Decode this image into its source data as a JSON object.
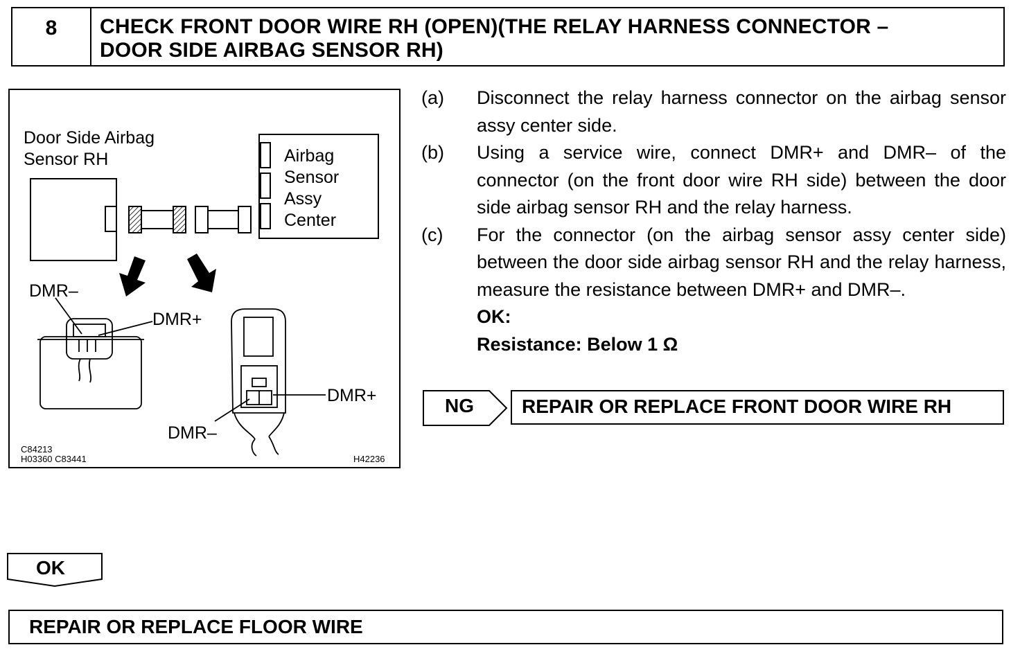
{
  "header": {
    "step_number": "8",
    "title_line1": "CHECK FRONT DOOR WIRE RH (OPEN)(THE RELAY HARNESS CONNECTOR –",
    "title_line2": "DOOR SIDE AIRBAG SENSOR RH)"
  },
  "figure": {
    "sensor_label": "Door Side Airbag\nSensor RH",
    "center_label": "Airbag\nSensor\nAssy\nCenter",
    "dmr_minus_left": "DMR–",
    "dmr_plus_left": "DMR+",
    "dmr_plus_right": "DMR+",
    "dmr_minus_right": "DMR–",
    "codes_left": "C84213\nH03360   C83441",
    "code_right": "H42236"
  },
  "steps": [
    {
      "label": "(a)",
      "text": "Disconnect the relay harness connector on the airbag sensor assy center side."
    },
    {
      "label": "(b)",
      "text": "Using a service wire, connect DMR+ and DMR– of the connector (on the front door wire RH side) between the door side airbag sensor RH and the relay harness."
    },
    {
      "label": "(c)",
      "text": "For the connector (on the airbag sensor assy center side) between the door side airbag sensor RH and the relay harness, measure the resistance between DMR+ and DMR–."
    }
  ],
  "ok_label": "OK:",
  "ok_spec": "Resistance: Below 1 Ω",
  "ng": {
    "tag": "NG",
    "action": "REPAIR OR REPLACE FRONT DOOR WIRE RH"
  },
  "ok": {
    "tag": "OK",
    "action": "REPAIR OR REPLACE FLOOR WIRE"
  }
}
